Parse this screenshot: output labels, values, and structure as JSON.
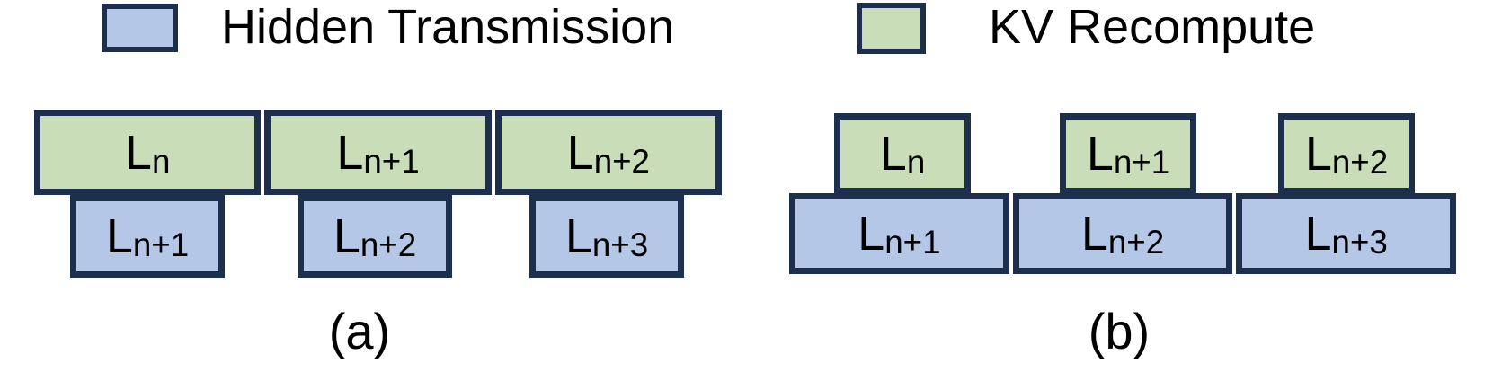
{
  "colors": {
    "hidden_fill": "#b4c7e7",
    "kv_fill": "#c9deb8",
    "border": "#1e2f4d",
    "text": "#000000"
  },
  "legend": [
    {
      "label": "Hidden Transmission"
    },
    {
      "label": "KV Recompute"
    }
  ],
  "diagram_a": {
    "caption": "(a)",
    "kv_row": [
      {
        "base": "L",
        "sub": "n"
      },
      {
        "base": "L",
        "sub": "n+1"
      },
      {
        "base": "L",
        "sub": "n+2"
      }
    ],
    "hidden_row": [
      {
        "base": "L",
        "sub": "n+1"
      },
      {
        "base": "L",
        "sub": "n+2"
      },
      {
        "base": "L",
        "sub": "n+3"
      }
    ]
  },
  "diagram_b": {
    "caption": "(b)",
    "kv_row": [
      {
        "base": "L",
        "sub": "n"
      },
      {
        "base": "L",
        "sub": "n+1"
      },
      {
        "base": "L",
        "sub": "n+2"
      }
    ],
    "hidden_row": [
      {
        "base": "L",
        "sub": "n+1"
      },
      {
        "base": "L",
        "sub": "n+2"
      },
      {
        "base": "L",
        "sub": "n+3"
      }
    ]
  }
}
